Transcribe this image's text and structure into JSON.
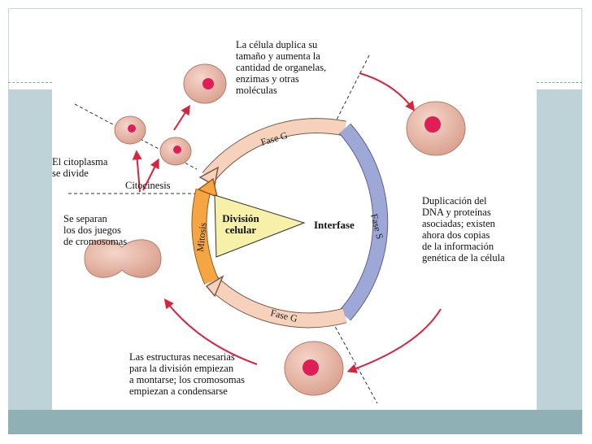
{
  "diagram": {
    "ring_labels": {
      "fase_g_top": "Fase G",
      "fase_s": "Fase S",
      "fase_g_bottom": "Fase G",
      "mitosis": "Mitosis"
    },
    "center_labels": {
      "division_celular": "División\ncelular",
      "interfase": "Interfase"
    },
    "side_labels": {
      "citocinesis": "Citocinesis"
    },
    "annotations": {
      "top": "La célula duplica su\ntamaño y aumenta la\ncantidad de organelas,\nenzimas y otras\nmoléculas",
      "right": "Duplicación del\nDNA y proteínas\nasociadas; existen\nahora dos copias\nde la información\ngenética de la célula",
      "bottom": "Las estructuras necesarias\npara la división empiezan\na montarse; los cromosomas\nempiezan a condensarse",
      "left_top": "El citoplasma\nse divide",
      "left_middle": "Se separan\nlos dos juegos\nde cromosomas"
    },
    "colors": {
      "fase_g": "#f6d2bd",
      "fase_s": "#9ea8d6",
      "mitosis": "#f5a642",
      "arrow_red": "#d8243f",
      "cell_body": "#e6b5a4",
      "nucleus": "#e01e56",
      "wedge": "#f7f0a8",
      "slide_band": "#bdd3d8",
      "slide_bottom": "#8fb0b5"
    }
  }
}
